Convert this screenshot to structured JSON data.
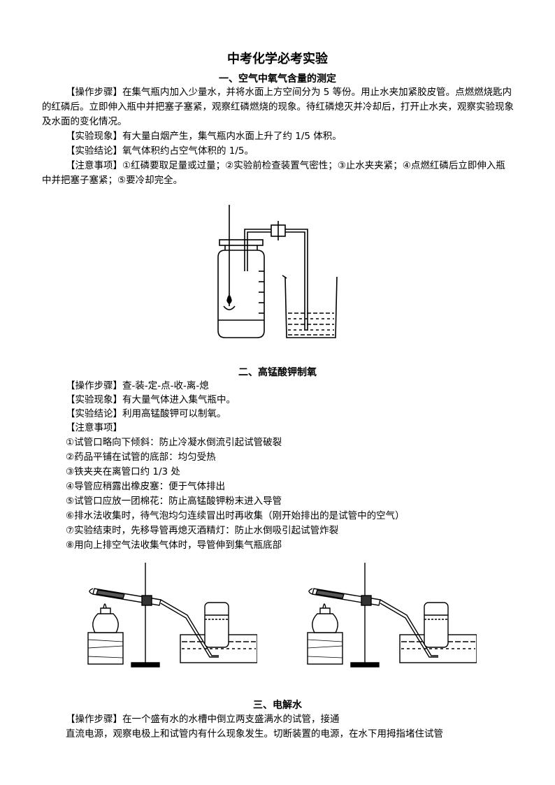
{
  "doc_title": "中考化学必考实验",
  "section1": {
    "heading": "一、空气中氧气含量的测定",
    "steps": "【操作步骤】在集气瓶内加入少量水，并将水面上方空间分为 5 等份。用止水夹加紧胶皮管。点燃燃烧匙内的红磷后。立即伸入瓶中并把塞子塞紧，观察红磷燃烧的现象。待红磷熄灭并冷却后，打开止水夹，观察实验现象及水面的变化情况。",
    "phenomenon": "【实验现象】有大量白烟产生，集气瓶内水面上升了约 1/5 体积。",
    "conclusion": "【实验结论】氧气体积约占空气体积的 1/5。",
    "notes": "【注意事项】①红磷要取足量或过量；②实验前检查装置气密性；③止水夹夹紧；④点燃红磷后立即伸入瓶中并把塞子塞紧；⑤要冷却完全。"
  },
  "section2": {
    "heading": "二、高锰酸钾制氧",
    "steps": "【操作步骤】查-装-定-点-收-离-熄",
    "phenomenon": "【实验现象】有大量气体进入集气瓶中。",
    "conclusion": "【实验结论】利用高锰酸钾可以制氧。",
    "notes_label": "【注意事项】",
    "notes": [
      "①试管口略向下倾斜：防止冷凝水倒流引起试管破裂",
      "②药品平铺在试管的底部：均匀受热",
      "③铁夹夹在离管口约 1/3 处",
      "④导管应稍露出橡皮塞：便于气体排出",
      "⑤试管口应放一团棉花：防止高锰酸钾粉末进入导管",
      "⑥排水法收集时，待气泡均匀连续冒出时再收集（刚开始排出的是试管中的空气）",
      "⑦实验结束时，先移导管再熄灭酒精灯：防止水倒吸引起试管炸裂",
      "⑧用向上排空气法收集气体时，导管伸到集气瓶底部"
    ]
  },
  "section3": {
    "heading": "三、电解水",
    "steps_line1": "【操作步骤】在一个盛有水的水槽中倒立两支盛满水的试管，接通",
    "steps_line2": "直流电源，观察电极上和试管内有什么现象发生。切断装置的电源，在水下用拇指堵住试管"
  }
}
